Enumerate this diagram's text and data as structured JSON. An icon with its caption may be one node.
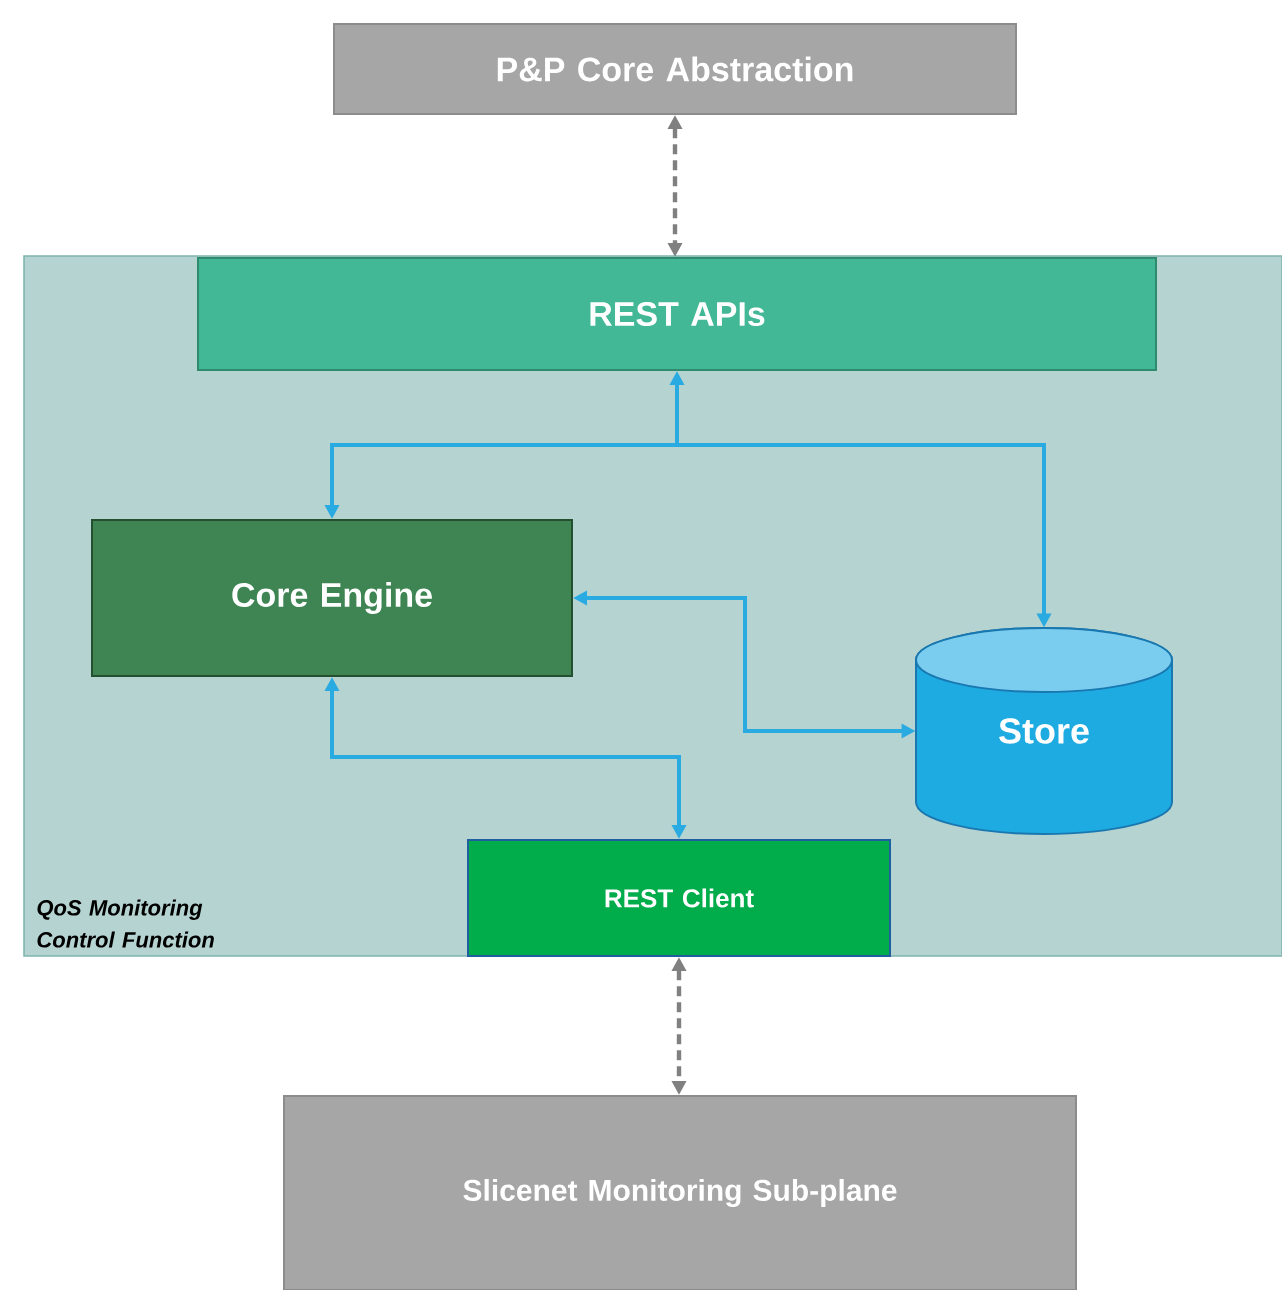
{
  "diagram": {
    "nodes": [
      {
        "text": [
          "P&P Core Abstraction"
        ]
      },
      {
        "text": [
          "QoS Monitoring Control Function"
        ]
      },
      {
        "text": [
          "REST APIs"
        ],
        "in": 1
      },
      {
        "text": [
          "Core Engine"
        ],
        "in": 1
      },
      {
        "text": [
          "Store"
        ],
        "in": 1
      },
      {
        "text": [
          "REST Client"
        ],
        "in": 1
      },
      {
        "text": [
          "Slicenet Monitoring Sub-plane"
        ]
      }
    ],
    "edges": [
      {
        "from": 0,
        "to": 2,
        "arrow": "both",
        "style": "dashed",
        "color": "#808080"
      },
      {
        "from": 2,
        "to": 3,
        "arrow": "both"
      },
      {
        "from": 2,
        "to": 4,
        "arrow": "both"
      },
      {
        "from": 3,
        "to": 4,
        "arrow": "both"
      },
      {
        "from": 3,
        "to": 5,
        "arrow": "both"
      },
      {
        "from": 5,
        "to": 6,
        "arrow": "both",
        "style": "dashed",
        "color": "#808080"
      }
    ]
  }
}
